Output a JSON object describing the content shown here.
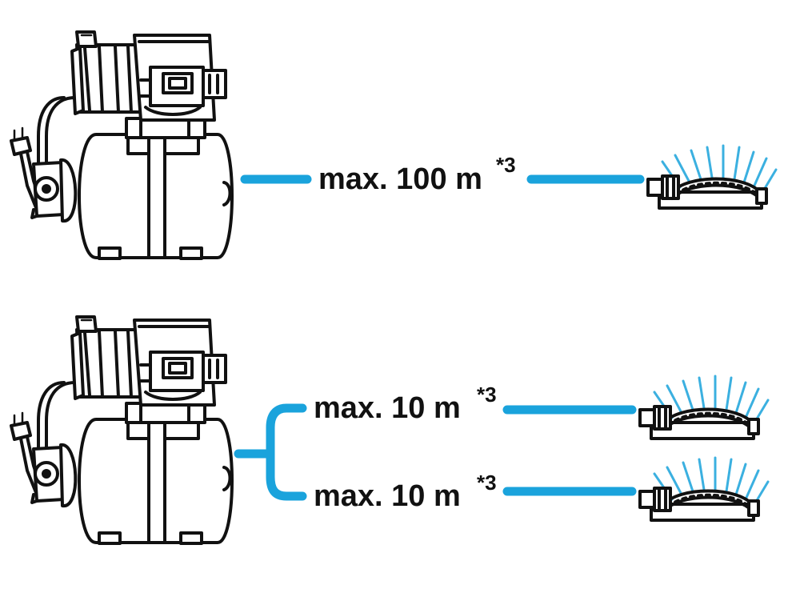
{
  "colors": {
    "hose": "#1aa3dc",
    "outline": "#111111",
    "spray": "#3bb0e0"
  },
  "icons": {
    "pump": "pump-unit-icon",
    "sprinkler": "sprinkler-icon",
    "plug": "power-plug-icon"
  },
  "config_single": {
    "distance_label": "max. 100 m",
    "footnote_mark": "*3"
  },
  "config_dual": {
    "branches": [
      {
        "distance_label": "max. 10 m",
        "footnote_mark": "*3"
      },
      {
        "distance_label": "max. 10 m",
        "footnote_mark": "*3"
      }
    ]
  }
}
